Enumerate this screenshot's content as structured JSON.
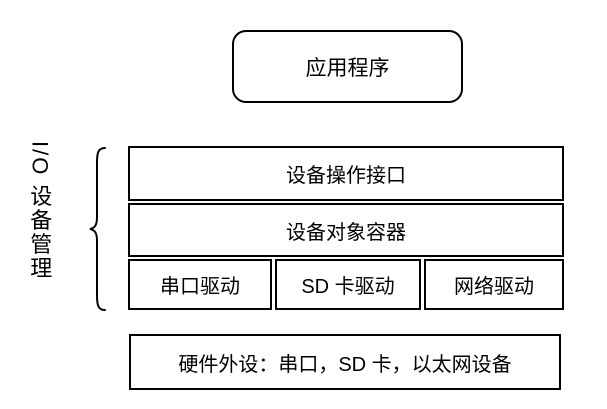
{
  "diagram": {
    "app_box": "应用程序",
    "side_label": "I/O 设备管理",
    "management_layers": [
      "设备操作接口",
      "设备对象容器"
    ],
    "drivers": [
      "串口驱动",
      "SD 卡驱动",
      "网络驱动"
    ],
    "hardware_box": "硬件外设：串口，SD 卡，以太网设备",
    "colors": {
      "line": "#000000",
      "text": "#000000",
      "background": "#ffffff"
    }
  }
}
